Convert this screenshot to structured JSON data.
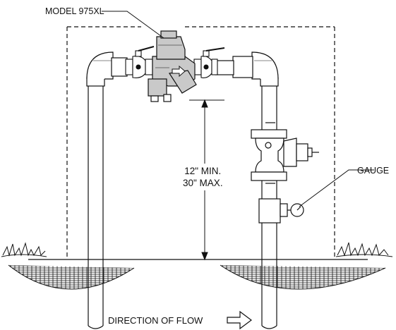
{
  "labels": {
    "model": "MODEL 975XL",
    "gauge": "GAUGE",
    "dimension_min": "12\" MIN.",
    "dimension_max": "30\" MAX.",
    "flow": "DIRECTION OF FLOW"
  },
  "colors": {
    "line": "#111111",
    "background": "#ffffff",
    "valve_fill": "#c9c9c9"
  }
}
